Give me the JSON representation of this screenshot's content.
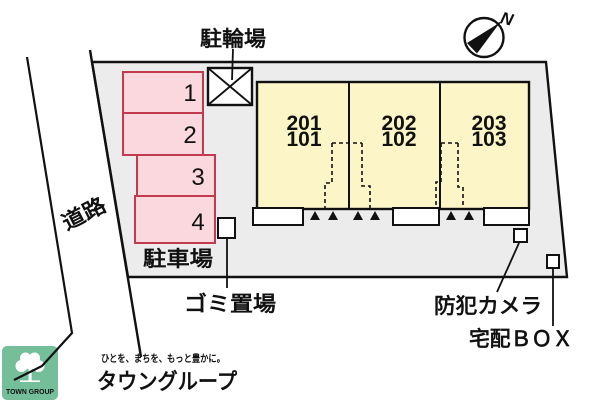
{
  "plan": {
    "road_label": "道路",
    "north_label": "N",
    "bicycle_parking": {
      "label": "駐輪場"
    },
    "parking": {
      "label": "駐車場",
      "spaces": [
        "1",
        "2",
        "3",
        "4"
      ]
    },
    "building": {
      "units": [
        {
          "upper": "201",
          "lower": "101"
        },
        {
          "upper": "202",
          "lower": "102"
        },
        {
          "upper": "203",
          "lower": "103"
        }
      ]
    },
    "garbage": {
      "label": "ゴミ置場"
    },
    "camera": {
      "label": "防犯カメラ"
    },
    "delivery_box": {
      "label": "宅配ＢＯＸ"
    }
  },
  "logo": {
    "badge_text": "TOWN GROUP",
    "tagline": "ひとを、まちを、もっと豊かに。",
    "brand": "タウングループ"
  },
  "colors": {
    "site_fill": "#ececec",
    "parking_fill": "#fbd7de",
    "parking_border": "#c23a50",
    "building_fill": "#fcf5c7",
    "line_black": "#111111",
    "logo_green": "#74bf9a",
    "logo_text_green": "#7cc1a1"
  }
}
